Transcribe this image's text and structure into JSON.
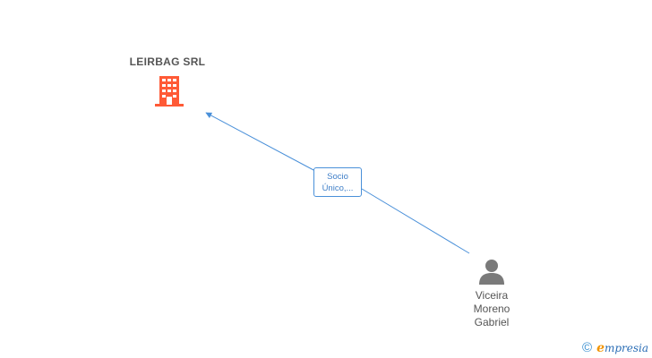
{
  "company": {
    "name": "LEIRBAG SRL",
    "icon": "building-icon",
    "color": "#ff5a36"
  },
  "relationship": {
    "line1": "Socio",
    "line2": "Único,...",
    "color": "#4a90d9"
  },
  "person": {
    "name_lines": [
      "Viceira",
      "Moreno",
      "Gabriel"
    ],
    "icon": "person-icon",
    "color": "#7a7a7a"
  },
  "branding": {
    "copyright": "©",
    "logo_initial": "e",
    "logo_rest": "mpresia"
  }
}
